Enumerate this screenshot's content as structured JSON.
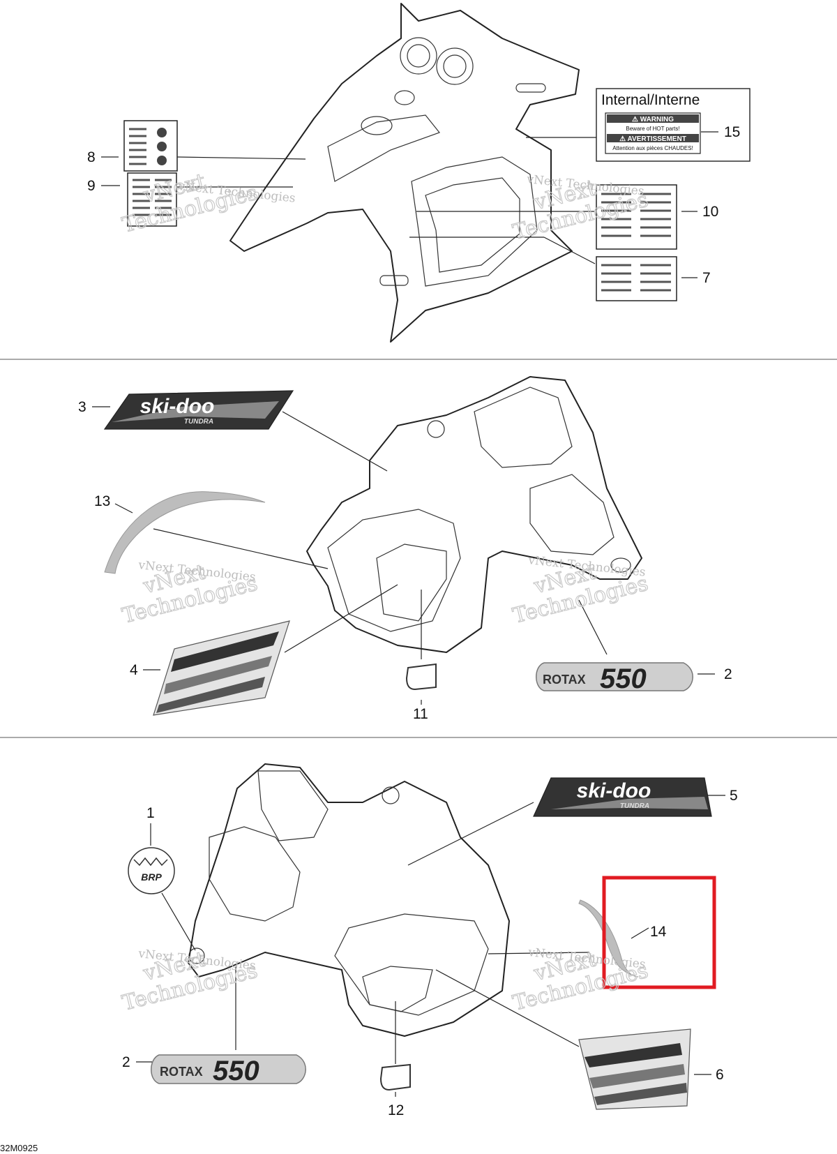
{
  "drawing_code": "32M0925",
  "watermark": {
    "line1": "vNext",
    "line2": "Technologies",
    "small": "vNext Technologies"
  },
  "inset": {
    "title": "Internal/Interne",
    "warning": "⚠ WARNING",
    "warning_text": "Beware of HOT parts!",
    "avert": "⚠ AVERTISSEMENT",
    "avert_text": "Attention aux pièces CHAUDES!"
  },
  "decals": {
    "skidoo": "ski-doo",
    "tundra": "TUNDRA",
    "rotax": "ROTAX",
    "rotax_num": "550",
    "brp": "BRP"
  },
  "callouts": {
    "c1": "1",
    "c2": "2",
    "c3": "3",
    "c4": "4",
    "c5": "5",
    "c6": "6",
    "c7": "7",
    "c8": "8",
    "c9": "9",
    "c10": "10",
    "c11": "11",
    "c12": "12",
    "c13": "13",
    "c14": "14",
    "c15": "15"
  },
  "highlight": {
    "color": "#e11b22",
    "target": "14"
  }
}
